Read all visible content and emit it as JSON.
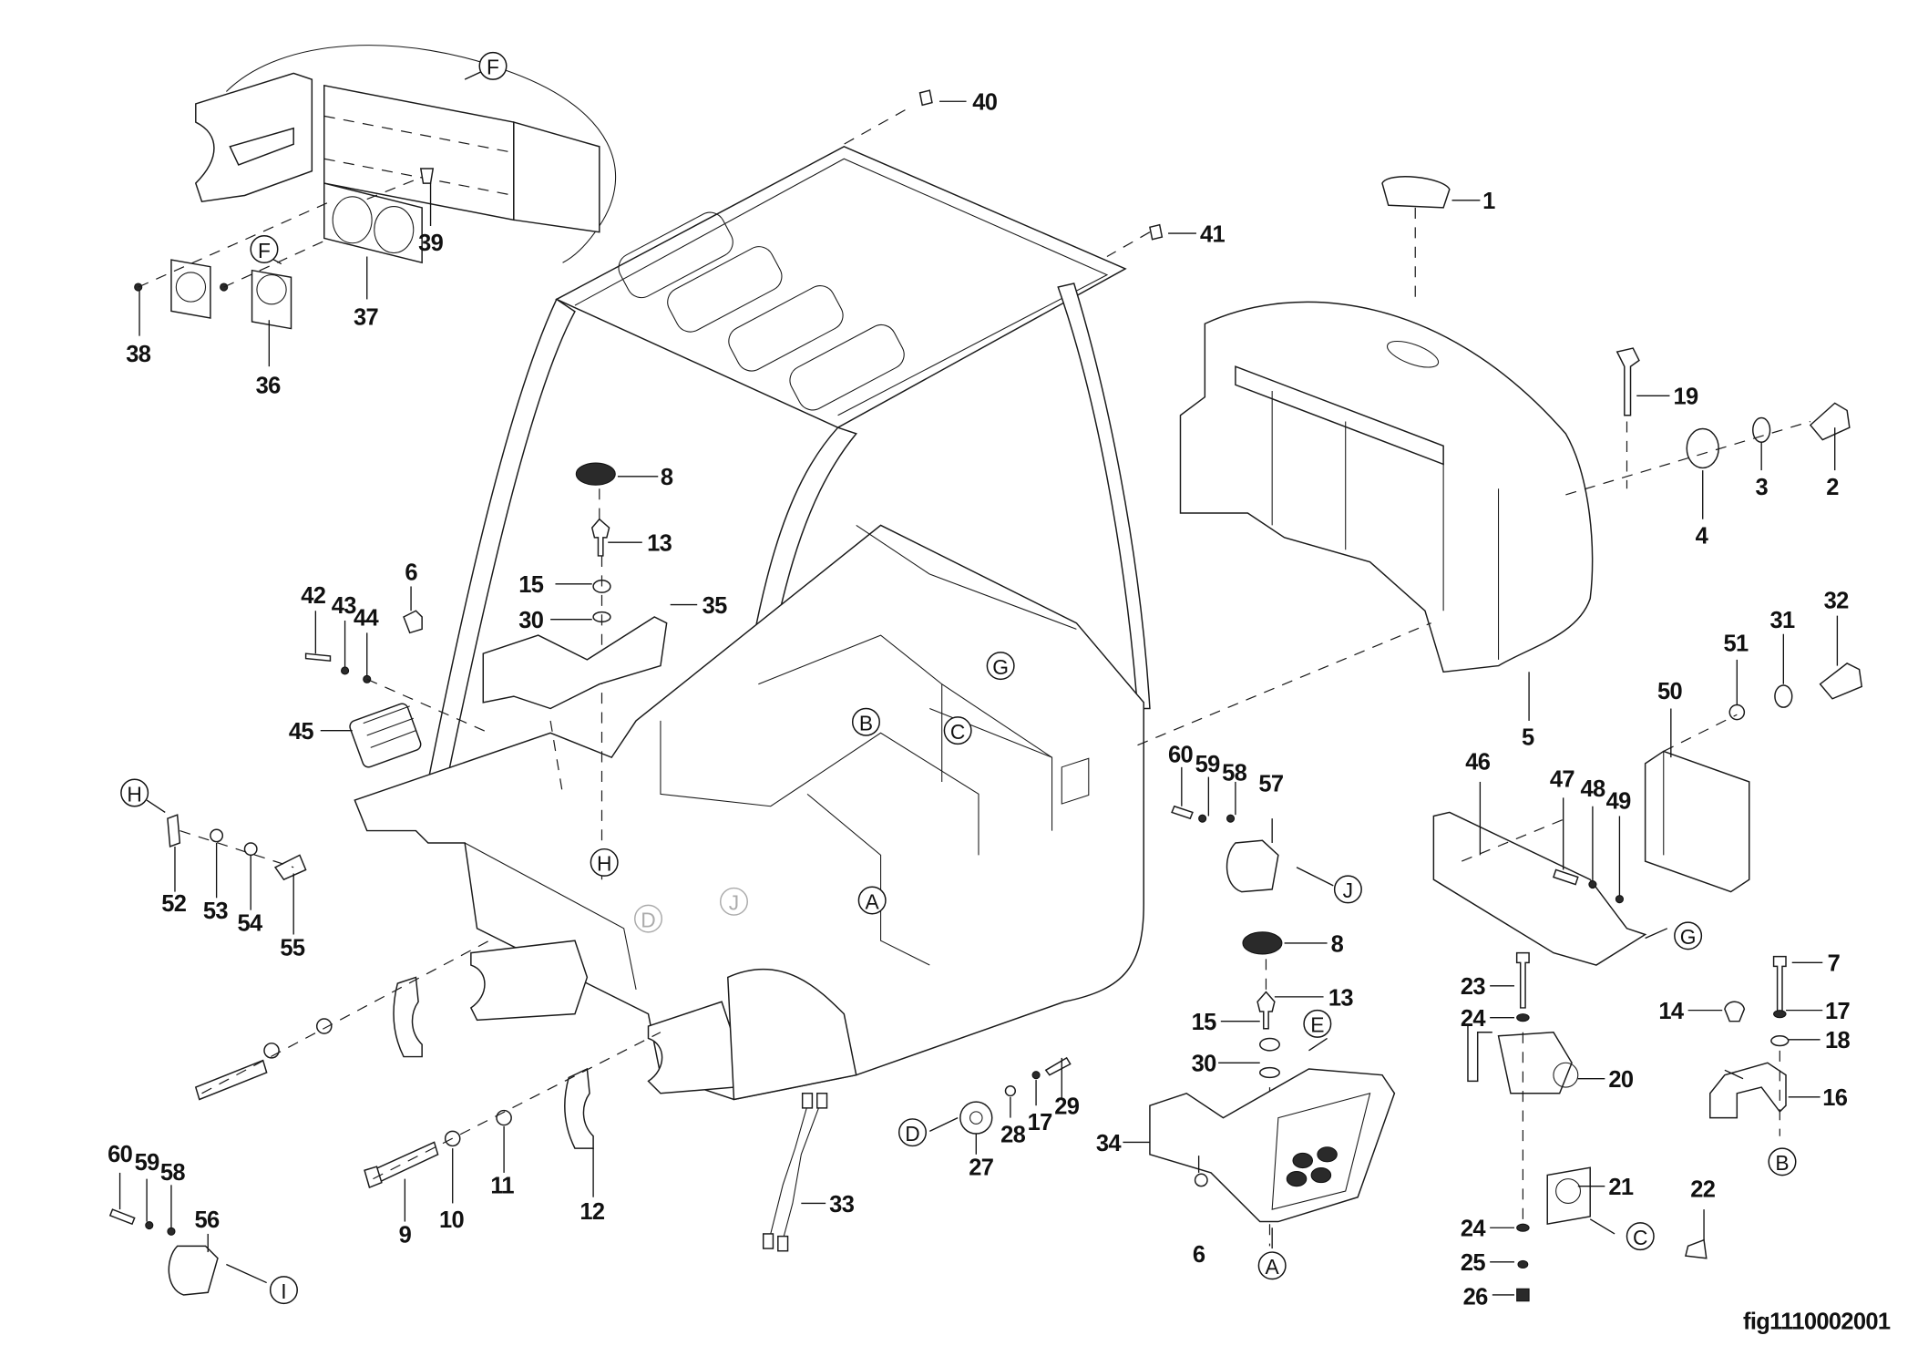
{
  "figure": {
    "id": "fig1110002001",
    "type": "exploded parts diagram",
    "subject": "operator cab / overhead guard assembly with rear counterweight cover and electrical components"
  },
  "callouts": [
    {
      "number": "1",
      "label": "1"
    },
    {
      "number": "2",
      "label": "2"
    },
    {
      "number": "3",
      "label": "3"
    },
    {
      "number": "4",
      "label": "4"
    },
    {
      "number": "5",
      "label": "5"
    },
    {
      "number": "6a",
      "label": "6"
    },
    {
      "number": "6b",
      "label": "6"
    },
    {
      "number": "7",
      "label": "7"
    },
    {
      "number": "8a",
      "label": "8"
    },
    {
      "number": "8b",
      "label": "8"
    },
    {
      "number": "9",
      "label": "9"
    },
    {
      "number": "10",
      "label": "10"
    },
    {
      "number": "11",
      "label": "11"
    },
    {
      "number": "12",
      "label": "12"
    },
    {
      "number": "13a",
      "label": "13"
    },
    {
      "number": "13b",
      "label": "13"
    },
    {
      "number": "14",
      "label": "14"
    },
    {
      "number": "15a",
      "label": "15"
    },
    {
      "number": "15b",
      "label": "15"
    },
    {
      "number": "16",
      "label": "16"
    },
    {
      "number": "17a",
      "label": "17"
    },
    {
      "number": "17b",
      "label": "17"
    },
    {
      "number": "18",
      "label": "18"
    },
    {
      "number": "19",
      "label": "19"
    },
    {
      "number": "20",
      "label": "20"
    },
    {
      "number": "21",
      "label": "21"
    },
    {
      "number": "22",
      "label": "22"
    },
    {
      "number": "23",
      "label": "23"
    },
    {
      "number": "24a",
      "label": "24"
    },
    {
      "number": "24b",
      "label": "24"
    },
    {
      "number": "25",
      "label": "25"
    },
    {
      "number": "26",
      "label": "26"
    },
    {
      "number": "27",
      "label": "27"
    },
    {
      "number": "28",
      "label": "28"
    },
    {
      "number": "29",
      "label": "29"
    },
    {
      "number": "30a",
      "label": "30"
    },
    {
      "number": "30b",
      "label": "30"
    },
    {
      "number": "31",
      "label": "31"
    },
    {
      "number": "32",
      "label": "32"
    },
    {
      "number": "33",
      "label": "33"
    },
    {
      "number": "34",
      "label": "34"
    },
    {
      "number": "35",
      "label": "35"
    },
    {
      "number": "36",
      "label": "36"
    },
    {
      "number": "37",
      "label": "37"
    },
    {
      "number": "38",
      "label": "38"
    },
    {
      "number": "39",
      "label": "39"
    },
    {
      "number": "40",
      "label": "40"
    },
    {
      "number": "41",
      "label": "41"
    },
    {
      "number": "42",
      "label": "42"
    },
    {
      "number": "43",
      "label": "43"
    },
    {
      "number": "44",
      "label": "44"
    },
    {
      "number": "45",
      "label": "45"
    },
    {
      "number": "46",
      "label": "46"
    },
    {
      "number": "47",
      "label": "47"
    },
    {
      "number": "48",
      "label": "48"
    },
    {
      "number": "49",
      "label": "49"
    },
    {
      "number": "50",
      "label": "50"
    },
    {
      "number": "51",
      "label": "51"
    },
    {
      "number": "52",
      "label": "52"
    },
    {
      "number": "53",
      "label": "53"
    },
    {
      "number": "54",
      "label": "54"
    },
    {
      "number": "55",
      "label": "55"
    },
    {
      "number": "56",
      "label": "56"
    },
    {
      "number": "57",
      "label": "57"
    },
    {
      "number": "58a",
      "label": "58"
    },
    {
      "number": "58b",
      "label": "58"
    },
    {
      "number": "59a",
      "label": "59"
    },
    {
      "number": "59b",
      "label": "59"
    },
    {
      "number": "60a",
      "label": "60"
    },
    {
      "number": "60b",
      "label": "60"
    }
  ],
  "reference_markers": [
    {
      "id": "A-frame",
      "letter": "A"
    },
    {
      "id": "A-step",
      "letter": "A"
    },
    {
      "id": "B-frame",
      "letter": "B"
    },
    {
      "id": "B-bracket",
      "letter": "B"
    },
    {
      "id": "C-frame",
      "letter": "C"
    },
    {
      "id": "C-connector",
      "letter": "C"
    },
    {
      "id": "D-horn",
      "letter": "D"
    },
    {
      "id": "D-frame",
      "letter": "D"
    },
    {
      "id": "E-step",
      "letter": "E"
    },
    {
      "id": "F-fender",
      "letter": "F"
    },
    {
      "id": "F-fan",
      "letter": "F"
    },
    {
      "id": "G-frame",
      "letter": "G"
    },
    {
      "id": "G-tray",
      "letter": "G"
    },
    {
      "id": "H-plate",
      "letter": "H"
    },
    {
      "id": "H-frame",
      "letter": "H"
    },
    {
      "id": "I-clamp",
      "letter": "I"
    },
    {
      "id": "J-clamp",
      "letter": "J"
    },
    {
      "id": "J-frame",
      "letter": "J"
    }
  ]
}
